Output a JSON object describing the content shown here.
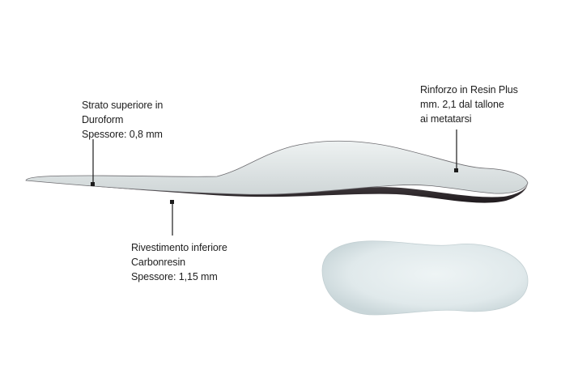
{
  "annotations": {
    "top_layer": {
      "lines": [
        "Strato superiore in",
        "Duroform",
        "Spessore: 0,8 mm"
      ]
    },
    "reinforcement": {
      "lines": [
        "Rinforzo in Resin Plus",
        "mm. 2,1 dal tallone",
        "ai metatarsi"
      ]
    },
    "bottom_layer": {
      "lines": [
        "Rivestimento inferiore",
        "Carbonresin",
        "Spessore: 1,15 mm"
      ]
    }
  },
  "colors": {
    "insole_top": "#dde3e3",
    "insole_base": "#2a2428",
    "insole_rim": "#6d6c70",
    "footprint": "#dfe8ea",
    "leader": "#1c1c1c"
  }
}
